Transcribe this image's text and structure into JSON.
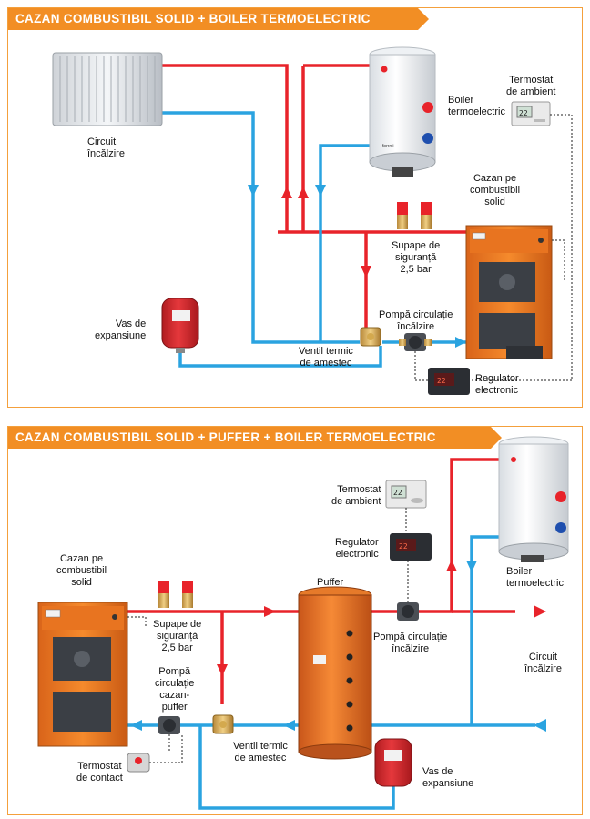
{
  "panel1": {
    "title": "CAZAN COMBUSTIBIL SOLID  + BOILER TERMOELECTRIC",
    "labels": {
      "circuit_line1": "Circuit",
      "circuit_line2": "încălzire",
      "boiler_line1": "Boiler",
      "boiler_line2": "termoelectric",
      "thermostat_line1": "Termostat",
      "thermostat_line2": "de ambient",
      "boiler_solid_line1": "Cazan pe",
      "boiler_solid_line2": "combustibil",
      "boiler_solid_line3": "solid",
      "valves_line1": "Supape de",
      "valves_line2": "siguranță",
      "valves_line3": "2,5 bar",
      "pump_line1": "Pompă circulație",
      "pump_line2": "încălzire",
      "expansion_line1": "Vas de",
      "expansion_line2": "expansiune",
      "mixing_line1": "Ventil termic",
      "mixing_line2": "de amestec",
      "regulator_line1": "Regulator",
      "regulator_line2": "electronic"
    }
  },
  "panel2": {
    "title": "CAZAN COMBUSTIBIL SOLID + PUFFER + BOILER TERMOELECTRIC",
    "labels": {
      "thermostat_line1": "Termostat",
      "thermostat_line2": "de ambient",
      "regulator_line1": "Regulator",
      "regulator_line2": "electronic",
      "boiler_solid_line1": "Cazan pe",
      "boiler_solid_line2": "combustibil",
      "boiler_solid_line3": "solid",
      "puffer": "Puffer",
      "boiler_line1": "Boiler",
      "boiler_line2": "termoelectric",
      "valves_line1": "Supape de",
      "valves_line2": "siguranță",
      "valves_line3": "2,5 bar",
      "pump_heat_line1": "Pompă circulație",
      "pump_heat_line2": "încălzire",
      "circuit_line1": "Circuit",
      "circuit_line2": "încălzire",
      "pump_puffer_line1": "Pompă",
      "pump_puffer_line2": "circulație",
      "pump_puffer_line3": "cazan-",
      "pump_puffer_line4": "puffer",
      "mixing_line1": "Ventil termic",
      "mixing_line2": "de amestec",
      "contact_line1": "Termostat",
      "contact_line2": "de contact",
      "expansion_line1": "Vas de",
      "expansion_line2": "expansiune"
    }
  },
  "brand": "ferroli",
  "display_value": "22",
  "colors": {
    "hot_pipe": "#e8232a",
    "cold_pipe": "#2aa3e0",
    "boiler_orange": "#f07a1e",
    "title_bg": "#f28e24",
    "tank_red": "#d9262b"
  }
}
